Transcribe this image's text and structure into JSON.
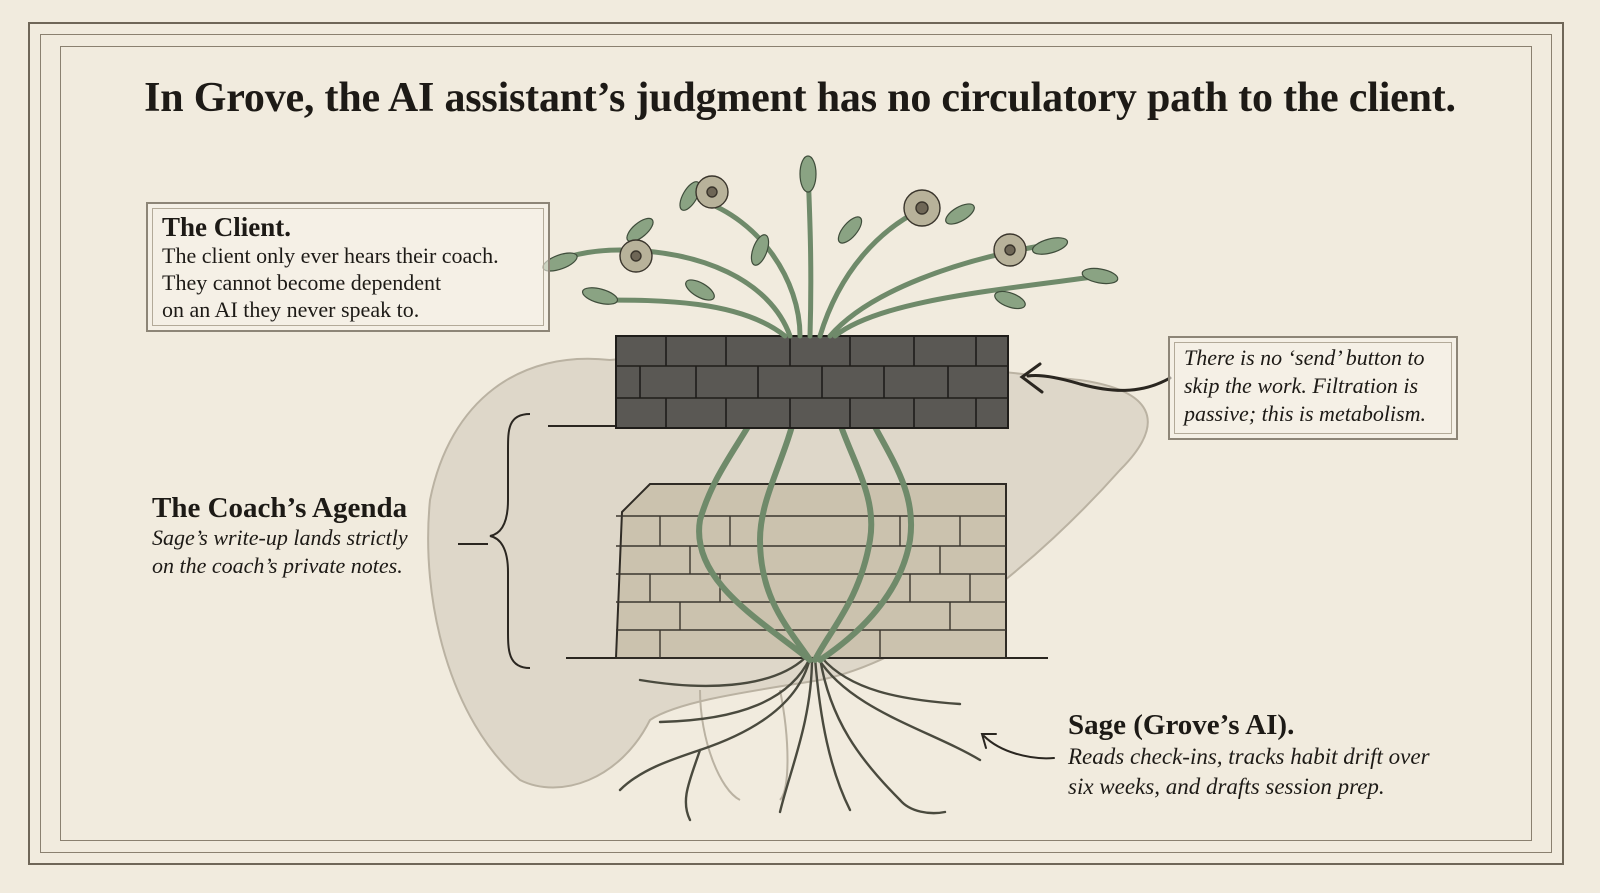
{
  "title": "In Grove, the AI assistant’s judgment has no circulatory path to the client.",
  "client": {
    "heading": "The Client.",
    "lines": [
      "The client only ever hears their coach.",
      "They cannot become dependent",
      "on an AI they never speak to."
    ]
  },
  "send_note": {
    "lines": [
      "There is no ‘send’ button to",
      "skip the work. Filtration is",
      "passive; this is metabolism."
    ]
  },
  "agenda": {
    "heading": "The Coach’s Agenda",
    "lines": [
      "Sage’s write-up lands strictly",
      "on the coach’s private notes."
    ]
  },
  "sage": {
    "heading": "Sage (Grove’s AI).",
    "lines": [
      "Reads check-ins, tracks habit drift over",
      "six weeks, and drafts session prep."
    ]
  },
  "colors": {
    "background": "#f1ebde",
    "ink": "#1d1a16",
    "stone_dark": "#4a4a4a",
    "stone_light": "#b8ad98",
    "foliage": "#6f8a6a",
    "organ": "#cfc8ba"
  }
}
